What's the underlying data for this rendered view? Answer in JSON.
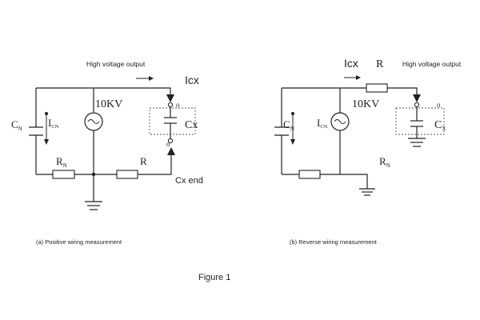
{
  "left": {
    "hv_output": "High voltage output",
    "icx": "Icx",
    "source": "10KV",
    "cn": "C",
    "cn_sub": "N",
    "icn": "I",
    "icn_sub": "CN",
    "cx": "Cx",
    "rn": "R",
    "rn_sub": "N",
    "r": "R",
    "terminal_top": "o",
    "terminal_bottom": "o",
    "cx_end": "Cx end",
    "caption": "(a) Positive wiring measurement"
  },
  "right": {
    "icx": "Icx",
    "r": "R",
    "hv_output": "High voltage output",
    "source": "10KV",
    "terminal_top": "o",
    "cn": "C",
    "cn_sub": "N",
    "icn": "I",
    "icn_sub": "CN",
    "cx": "C",
    "cx_sub": "X",
    "rn": "R",
    "rn_sub": "N",
    "caption": "(b) Reverse wiring measurement"
  },
  "figure_label": "Figure 1"
}
